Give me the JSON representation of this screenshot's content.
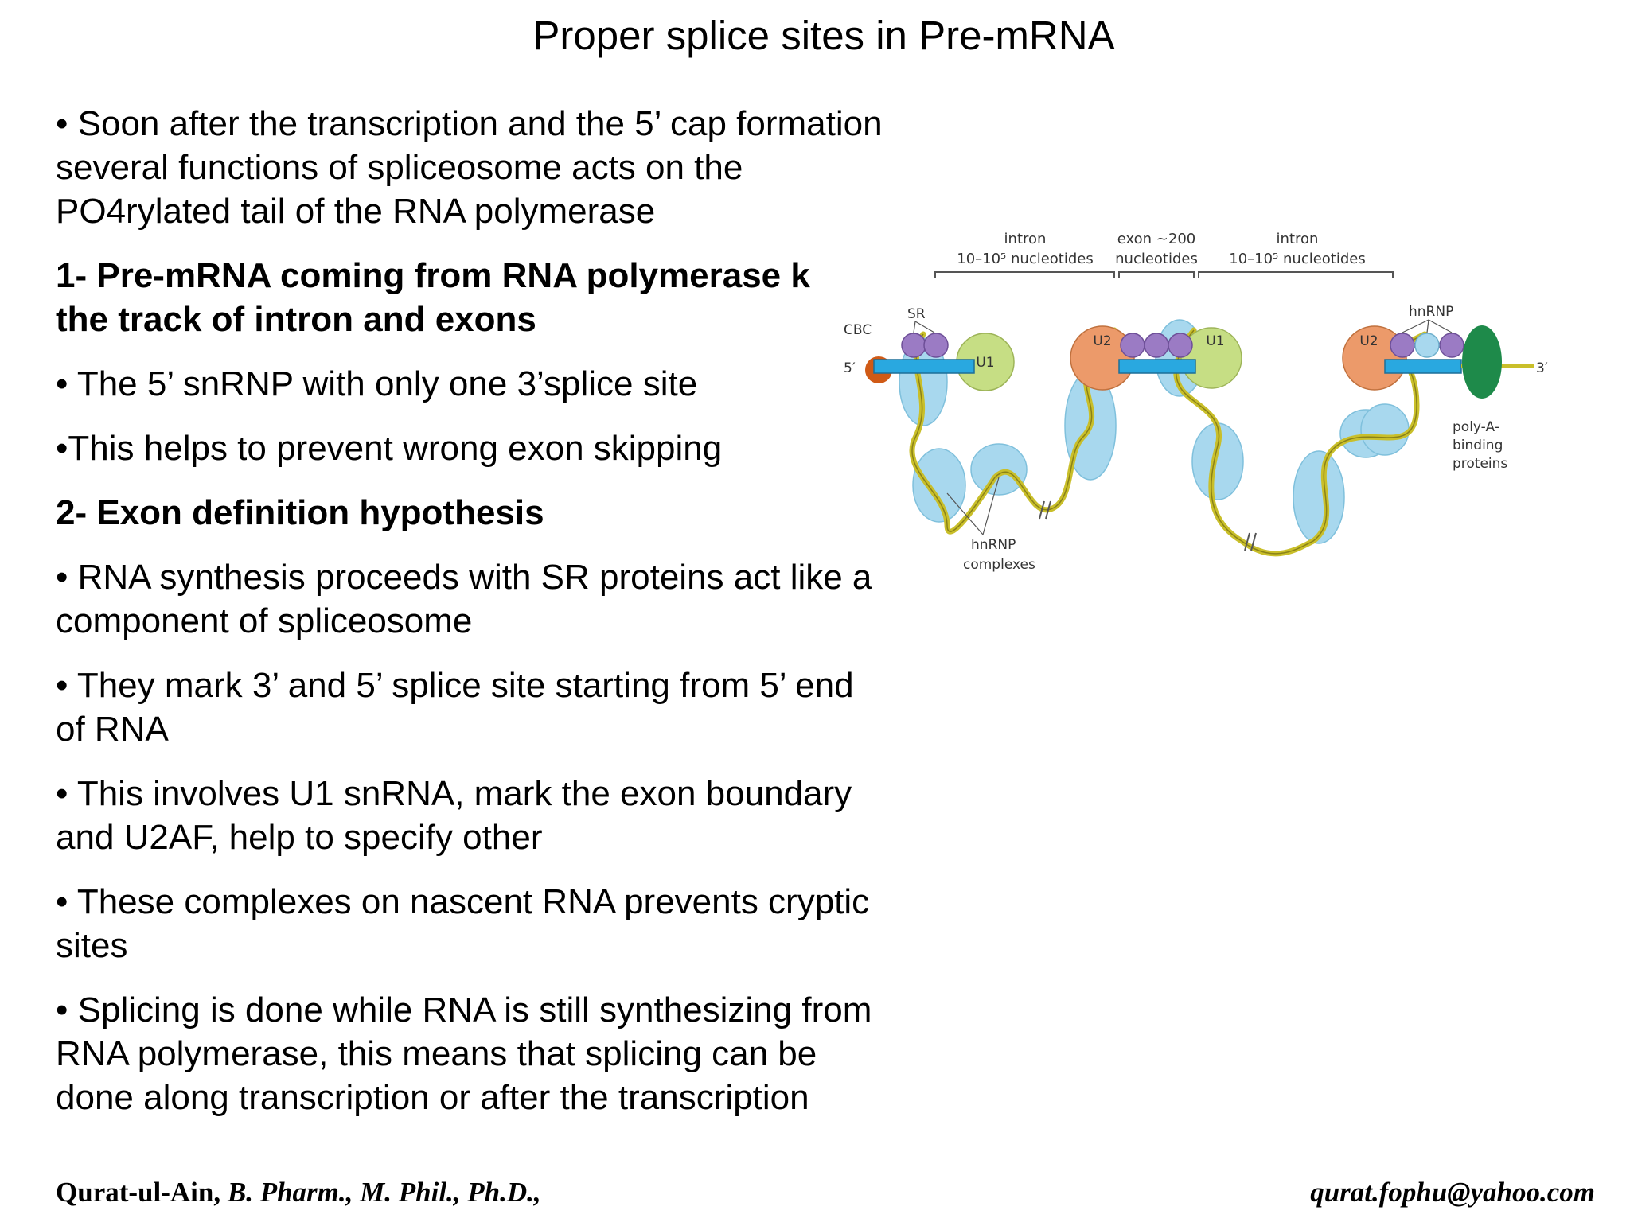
{
  "slide": {
    "title": "Proper splice sites in Pre-mRNA",
    "paragraphs": [
      {
        "lines": [
          "• Soon after the transcription and the 5’ cap formation",
          "several functions of spliceosome acts on the",
          "PO4rylated tail of the RNA polymerase"
        ],
        "bold": false
      },
      {
        "lines": [
          "1- Pre-mRNA coming from RNA polymerase k",
          "the track of intron and exons"
        ],
        "bold": true
      },
      {
        "lines": [
          "• The 5’ snRNP with only one 3’splice site"
        ],
        "bold": false
      },
      {
        "lines": [
          "•This helps to prevent wrong exon skipping"
        ],
        "bold": false
      },
      {
        "lines": [
          "2- Exon definition hypothesis"
        ],
        "bold": true
      },
      {
        "lines": [
          "• RNA synthesis proceeds with SR proteins act like a",
          "component of spliceosome"
        ],
        "bold": false
      },
      {
        "lines": [
          "• They mark 3’ and 5’ splice site starting from 5’ end",
          "of RNA"
        ],
        "bold": false
      },
      {
        "lines": [
          "• This involves U1 snRNA, mark the exon boundary",
          "and U2AF, help to specify other"
        ],
        "bold": false
      },
      {
        "lines": [
          "• These complexes on nascent RNA prevents cryptic",
          "sites"
        ],
        "bold": false
      },
      {
        "lines": [
          "• Splicing is done while RNA is still synthesizing from",
          "RNA polymerase, this means that splicing can be",
          "done along transcription or after the transcription"
        ],
        "bold": false
      }
    ]
  },
  "diagram": {
    "labels": {
      "intron1_a": "intron",
      "intron1_b": "10–10⁵ nucleotides",
      "exon_a": "exon ~200",
      "exon_b": "nucleotides",
      "intron2_a": "intron",
      "intron2_b": "10–10⁵ nucleotides",
      "cbc": "CBC",
      "sr": "SR",
      "five_prime": "5′",
      "u1_left": "U1",
      "u2_mid": "U2",
      "u1_mid": "U1",
      "u2_right": "U2",
      "hnrnp_top": "hnRNP",
      "three_prime": "3′",
      "pab_1": "poly-A-",
      "pab_2": "binding",
      "pab_3": "proteins",
      "hnrnp_complex_1": "hnRNP",
      "hnrnp_complex_2": "complexes"
    },
    "colors": {
      "exon": "#29a8e0",
      "u1": "#c6de84",
      "u2": "#ec9a6a",
      "sr": "#9b7bc4",
      "cbc": "#d05a16",
      "pab": "#1e8a4a",
      "rna": "#c9bf2a",
      "hnrnp_blob": "#a8d8ee"
    }
  },
  "footer": {
    "author": "Qurat-ul-Ain,",
    "credentials": " B. Pharm., M. Phil., Ph.D.,",
    "email": "qurat.fophu@yahoo.com"
  }
}
